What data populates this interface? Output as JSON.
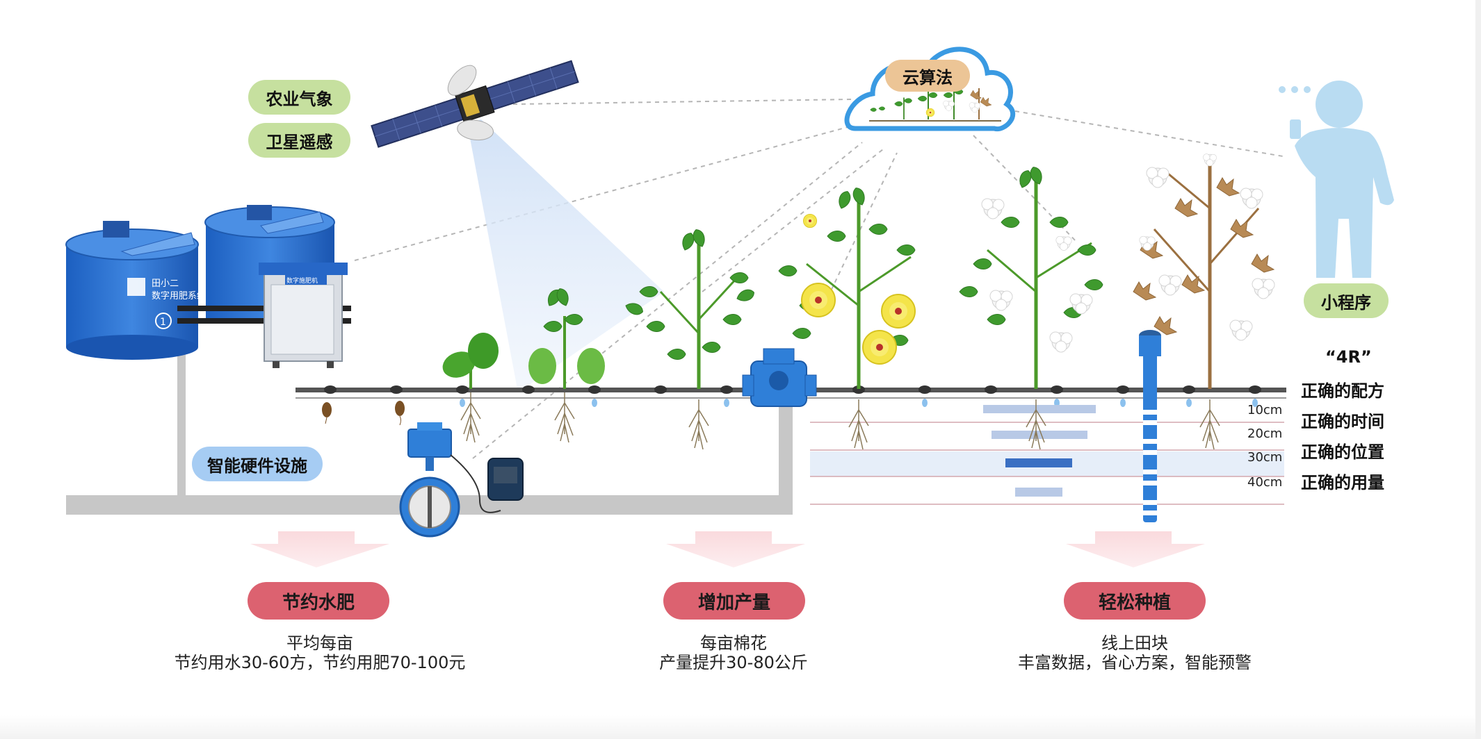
{
  "labels": {
    "weather": "农业气象",
    "satellite": "卫星遥感",
    "cloud": "云算法",
    "miniprogram": "小程序",
    "hardware": "智能硬件设施",
    "tank_brand": "田小二",
    "tank_name": "数字用肥系统",
    "tank_number": "1",
    "cabinet_label": "数字施肥机"
  },
  "four_r": {
    "title": "“4R”",
    "items": [
      "正确的配方",
      "正确的时间",
      "正确的位置",
      "正确的用量"
    ]
  },
  "depths": [
    "10cm",
    "20cm",
    "30cm",
    "40cm"
  ],
  "benefits": [
    {
      "title": "节约水肥",
      "line1": "平均每亩",
      "line2": "节约用水30-60方，节约用肥70-100元"
    },
    {
      "title": "增加产量",
      "line1": "每亩棉花",
      "line2": "产量提升30-80公斤"
    },
    {
      "title": "轻松种植",
      "line1": "线上田块",
      "line2": "丰富数据，省心方案，智能预警"
    }
  ],
  "colors": {
    "green_pill": "#c6e09f",
    "blue_pill": "#a6ccf3",
    "red_pill": "#dc6270",
    "cloud_pill": "#ecc596",
    "tank_blue": "#2a6fd0",
    "person_blue": "#b9dcf2",
    "pipe_gray": "#c7c7c7"
  }
}
